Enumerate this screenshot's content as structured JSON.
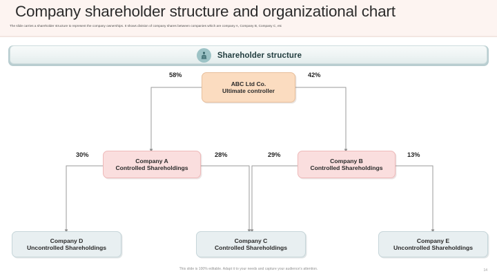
{
  "slide": {
    "title": "Company shareholder structure and organizational chart",
    "subtitle": "The slide carries a shareholder structure to represent the company ownerships. It shows division of company shares between companies which are company A, Company B, Company C, etc",
    "footer_note": "This slide is 100% editable. Adapt it to your needs and capture your audience's attention.",
    "page_number": "14"
  },
  "banner": {
    "label": "Shareholder structure",
    "icon": "shareholder-group-icon"
  },
  "chart_data": {
    "type": "diagram",
    "title": "Shareholder structure",
    "nodes": [
      {
        "id": "root",
        "line1": "ABC Ltd Co.",
        "line2": "Ultimate controller",
        "level": 0,
        "style": "root"
      },
      {
        "id": "companyA",
        "line1": "Company A",
        "line2": "Controlled Shareholdings",
        "level": 1,
        "style": "mid"
      },
      {
        "id": "companyB",
        "line1": "Company B",
        "line2": "Controlled Shareholdings",
        "level": 1,
        "style": "mid"
      },
      {
        "id": "companyD",
        "line1": "Company D",
        "line2": "Uncontrolled Shareholdings",
        "level": 2,
        "style": "leaf"
      },
      {
        "id": "companyC",
        "line1": "Company C",
        "line2": "Controlled Shareholdings",
        "level": 2,
        "style": "leaf"
      },
      {
        "id": "companyE",
        "line1": "Company E",
        "line2": "Uncontrolled Shareholdings",
        "level": 2,
        "style": "leaf"
      }
    ],
    "edges": [
      {
        "from": "root",
        "to": "companyA",
        "label": "58%"
      },
      {
        "from": "root",
        "to": "companyB",
        "label": "42%"
      },
      {
        "from": "companyA",
        "to": "companyD",
        "label": "30%"
      },
      {
        "from": "companyA",
        "to": "companyC",
        "label": "28%"
      },
      {
        "from": "companyB",
        "to": "companyC",
        "label": "29%"
      },
      {
        "from": "companyB",
        "to": "companyE",
        "label": "13%"
      }
    ],
    "colors": {
      "root_fill": "#fbdcc0",
      "mid_fill": "#fadede",
      "leaf_fill": "#e8eff1",
      "banner_accent": "#9dc3c6",
      "connector": "#9a9a9a"
    }
  }
}
